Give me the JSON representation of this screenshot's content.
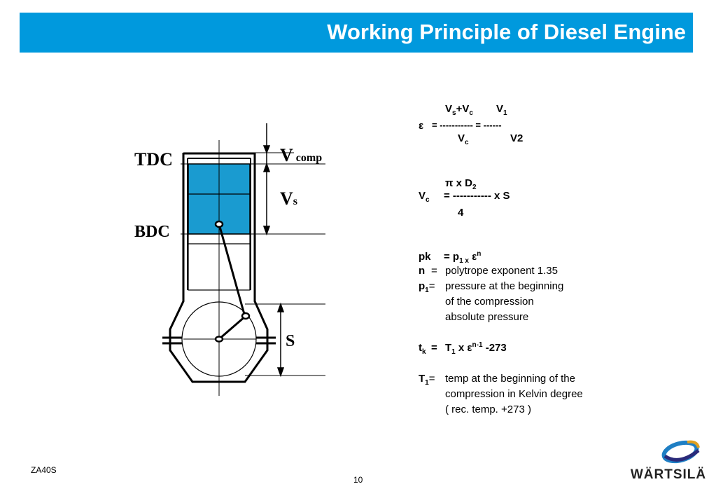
{
  "header": {
    "title": "Working Principle of Diesel Engine"
  },
  "colors": {
    "accent": "#0099dd",
    "cylinder_fill": "#1a9bd0"
  },
  "diagram": {
    "tdc_label": "TDC",
    "bdc_label": "BDC",
    "vcomp_v": "V",
    "vcomp_sub": "comp",
    "vs_v": "V",
    "vs_sub": "s",
    "s_label": "S"
  },
  "formulas": {
    "eps": {
      "num1_v": "V",
      "num1_s": "s",
      "plus": "+V",
      "num1_c": "c",
      "num2_v": "V",
      "num2_1": "1",
      "symbol": "ε",
      "eq": "= ----------- = ------",
      "den1_v": "V",
      "den1_c": "c",
      "den2": "V2"
    },
    "vc": {
      "pi_line": "π x D",
      "pi_sub": "2",
      "lhs_v": "V",
      "lhs_c": "c",
      "eq": "= ----------- x S",
      "den": "4"
    },
    "pk": {
      "label": "pk",
      "eq": "= p",
      "sub": "1 x",
      "eps": " ε",
      "sup": "n"
    },
    "n": {
      "label": "n",
      "eq": "=",
      "desc": "polytrope exponent 1.35"
    },
    "p1": {
      "label": "p",
      "sub": "1",
      "eq": "=",
      "line1": "pressure at the beginning",
      "line2": "of the compression",
      "line3": "absolute pressure"
    },
    "tk": {
      "label": "t",
      "sub": "k",
      "eq": "=",
      "t": "T",
      "t_sub": "1",
      "x": " x ε",
      "sup": "n-1",
      "tail": " -273"
    },
    "t1": {
      "label": "T",
      "sub": "1",
      "eq": "=",
      "line1": "temp at the beginning of the",
      "line2": "compression in Kelvin degree",
      "line3": "( rec. temp. +273 )"
    }
  },
  "footer": {
    "model": "ZA40S",
    "page": "10",
    "brand": "WÄRTSILÄ"
  }
}
